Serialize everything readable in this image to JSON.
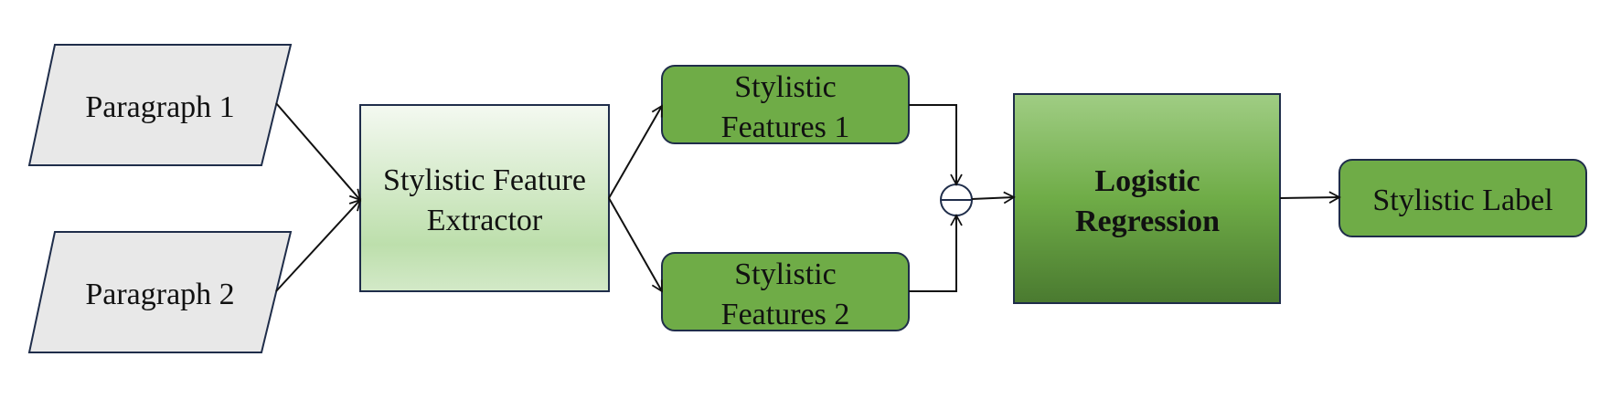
{
  "nodes": {
    "paragraph1": {
      "label": "Paragraph 1"
    },
    "paragraph2": {
      "label": "Paragraph 2"
    },
    "extractor": {
      "line1": "Stylistic Feature",
      "line2": "Extractor"
    },
    "features1": {
      "line1": "Stylistic",
      "line2": "Features 1"
    },
    "features2": {
      "line1": "Stylistic",
      "line2": "Features 2"
    },
    "regression": {
      "line1": "Logistic",
      "line2": "Regression"
    },
    "label": {
      "label": "Stylistic Label"
    }
  },
  "colors": {
    "input_fill": "#e8e8e8",
    "border": "#1f2d4a",
    "feature_fill": "#6fac47",
    "extractor_top": "#f4f9f1",
    "extractor_bottom": "#b9dca8",
    "regression_top": "#a0cd84",
    "regression_mid": "#6fac47",
    "regression_bottom": "#4a7a30"
  },
  "icons": {
    "combine": "subtract-circle-icon"
  }
}
